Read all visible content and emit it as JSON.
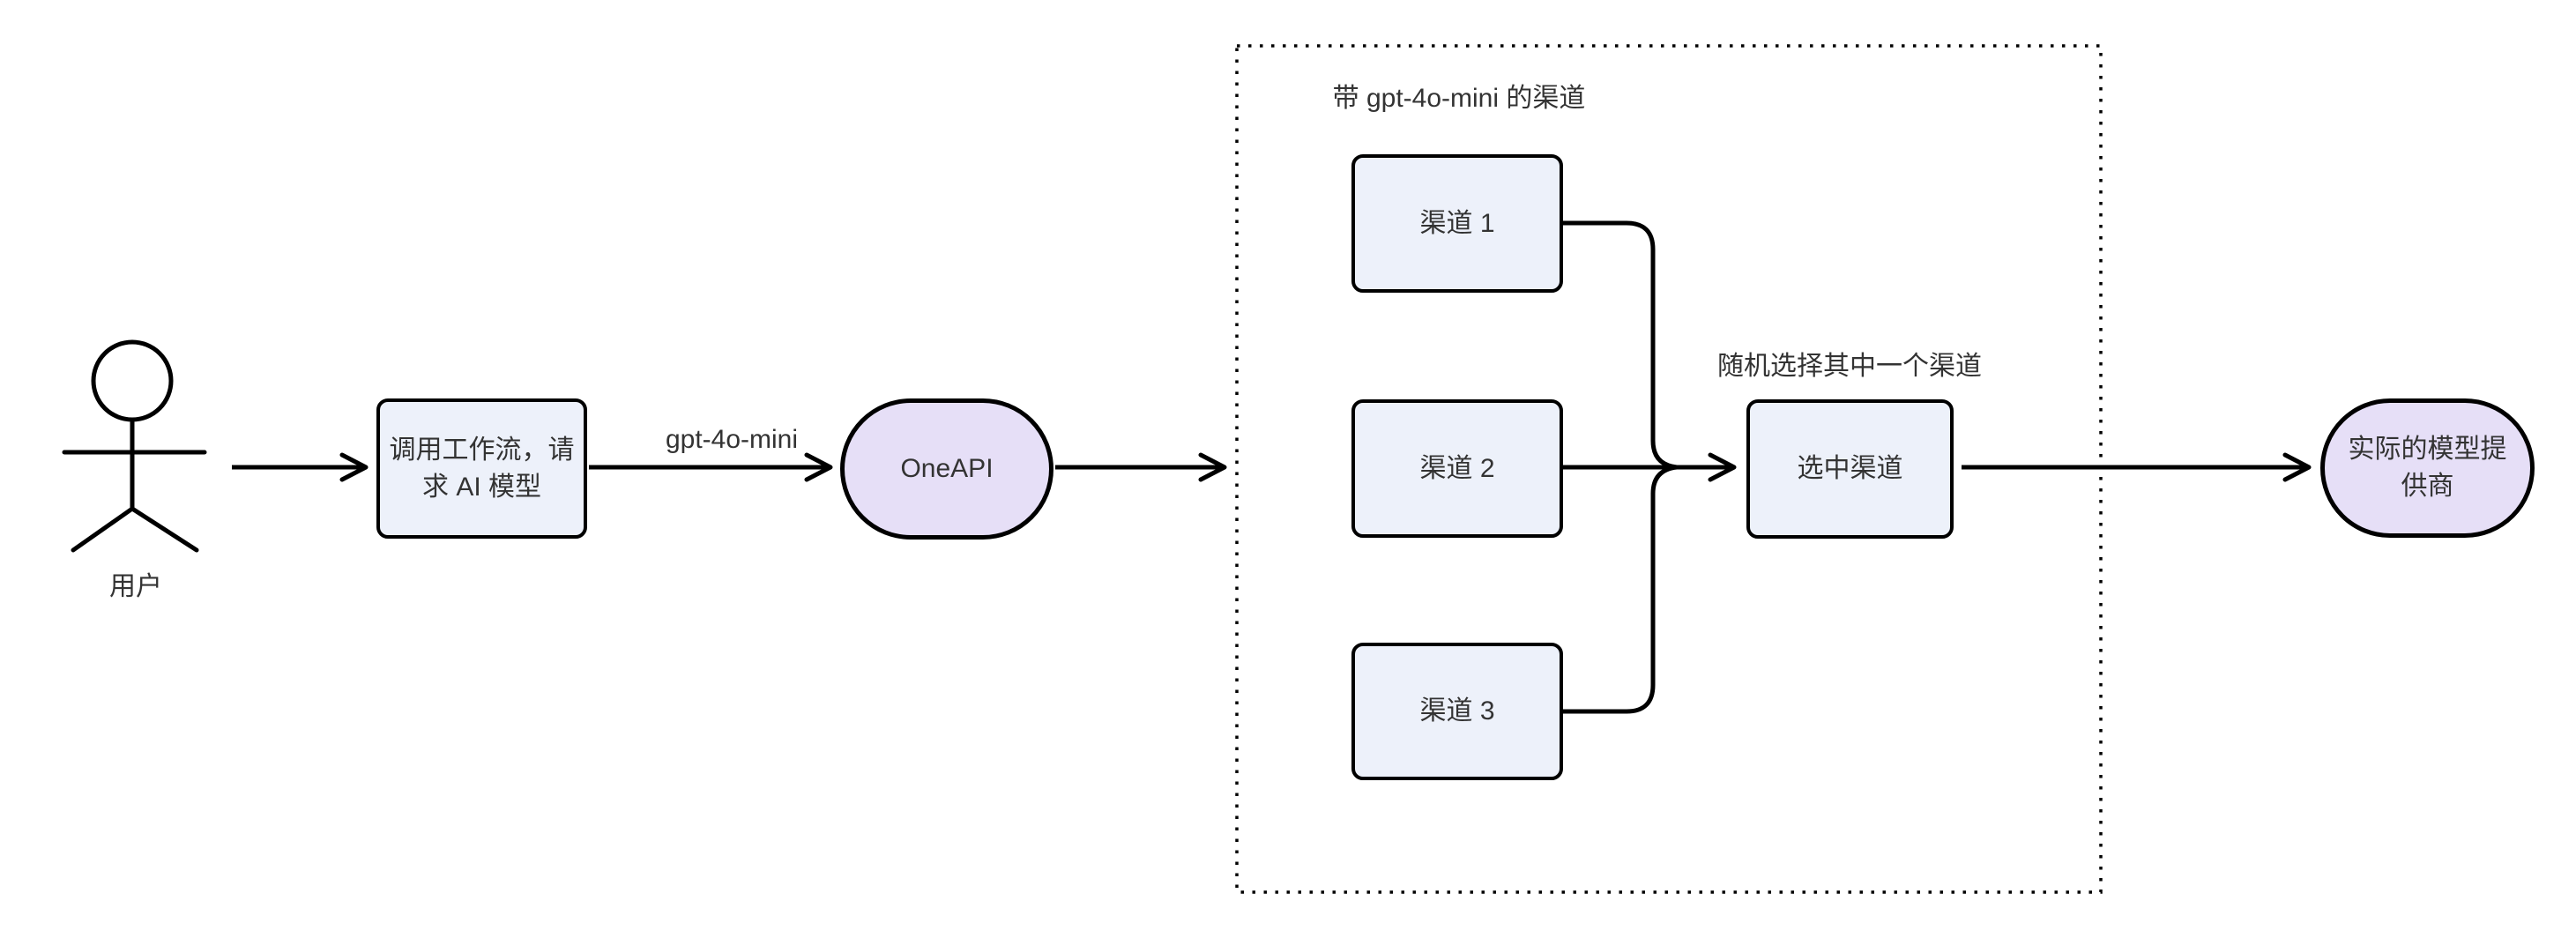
{
  "actor": {
    "label": "用户"
  },
  "nodes": {
    "workflow": {
      "lines": [
        "调用工作流，请",
        "求 AI 模型"
      ]
    },
    "oneapi": {
      "label": "OneAPI"
    },
    "channel1": {
      "label": "渠道 1"
    },
    "channel2": {
      "label": "渠道 2"
    },
    "channel3": {
      "label": "渠道 3"
    },
    "selected": {
      "label": "选中渠道"
    },
    "provider": {
      "lines": [
        "实际的模型提",
        "供商"
      ]
    }
  },
  "subgraph": {
    "label": "带 gpt-4o-mini 的渠道"
  },
  "edge_labels": {
    "model": "gpt-4o-mini",
    "random": "随机选择其中一个渠道"
  },
  "colors": {
    "node_fill": "#EDF1FA",
    "accent_fill": "#E6DFF7",
    "stroke": "#000000",
    "text": "#333333",
    "background": "#FFFFFF"
  }
}
